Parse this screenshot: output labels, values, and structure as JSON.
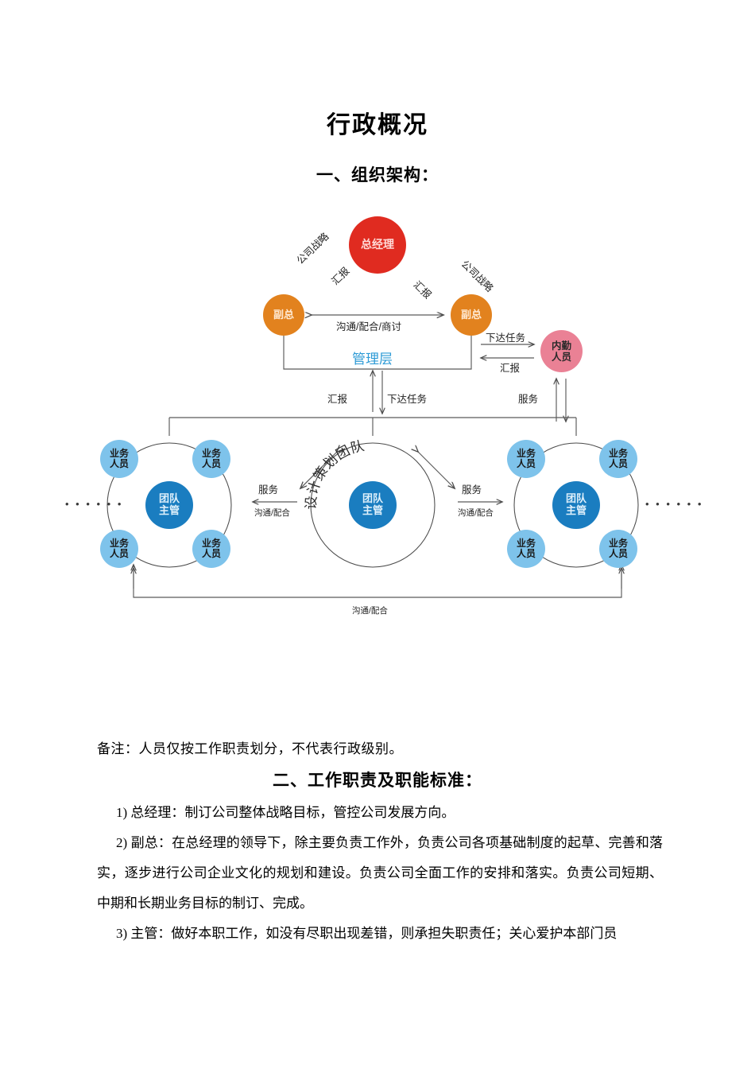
{
  "document": {
    "title": "行政概况",
    "section_1_heading": "一、组织架构：",
    "section_2_heading": "二、工作职责及职能标准：",
    "note": "备注：人员仅按工作职责划分，不代表行政级别。"
  },
  "diagram": {
    "nodes": {
      "general_manager": "总经理",
      "vice_president_left": "副总",
      "vice_president_right": "副总",
      "inside_staff": "内勤\n人员",
      "inside_staff_line1": "内勤",
      "inside_staff_line2": "人员",
      "management_layer": "管理层",
      "team_leader_line1": "团队",
      "team_leader_line2": "主管",
      "staff_line1": "业务",
      "staff_line2": "人员",
      "design_team_ring": "设计策划团队"
    },
    "labels": {
      "company_strategy_left": "公司战略",
      "company_strategy_right": "公司战略",
      "report_left": "汇报",
      "report_right": "汇报",
      "peer_communication": "沟通/配合/商讨",
      "assign_task_right": "下达任务",
      "report_inside": "汇报",
      "report_down": "汇报",
      "assign_task_down": "下达任务",
      "service_inside": "服务",
      "service_left": "服务",
      "communication_left": "沟通/配合",
      "service_right": "服务",
      "communication_right": "沟通/配合",
      "bottom_communication": "沟通/配合",
      "ellipsis_left": "• • • • • •",
      "ellipsis_right": "• • • • • •"
    },
    "colors": {
      "general_manager": "#e02b20",
      "vice_president": "#e2821e",
      "inside_staff": "#ea8195",
      "team_leader": "#1a7dc0",
      "staff": "#7ec3eb",
      "management_text": "#2e9bd6",
      "line": "#595959"
    }
  },
  "duties": {
    "item_1": "1) 总经理：制订公司整体战略目标，管控公司发展方向。",
    "item_2": "2) 副总：在总经理的领导下，除主要负责工作外，负责公司各项基础制度的起草、完善和落实，逐步进行公司企业文化的规划和建设。负责公司全面工作的安排和落实。负责公司短期、中期和长期业务目标的制订、完成。",
    "item_3": "3) 主管：做好本职工作，如没有尽职出现差错，则承担失职责任；关心爱护本部门员"
  }
}
